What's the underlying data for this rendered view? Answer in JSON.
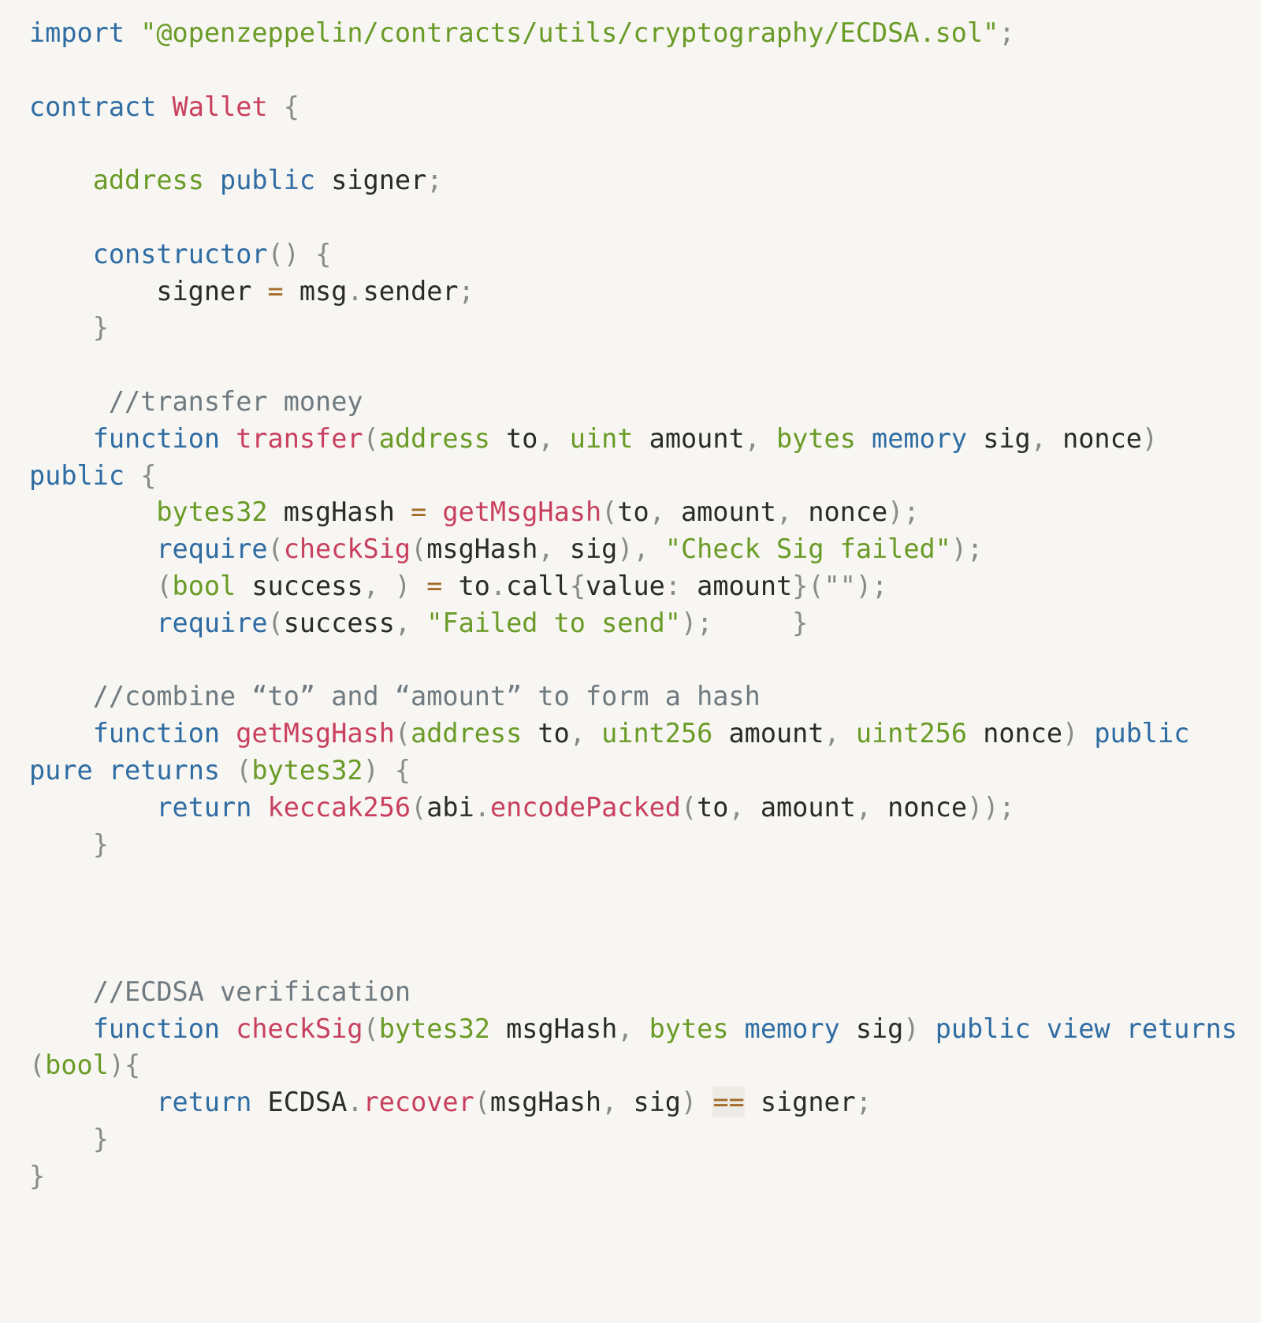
{
  "code": {
    "language": "solidity",
    "lines": [
      [
        [
          "kw",
          "import"
        ],
        [
          "id",
          " "
        ],
        [
          "str",
          "\"@openzeppelin/contracts/utils/cryptography/ECDSA.sol\""
        ],
        [
          "p",
          ";"
        ]
      ],
      [],
      [
        [
          "kw",
          "contract"
        ],
        [
          "id",
          " "
        ],
        [
          "fn",
          "Wallet"
        ],
        [
          "id",
          " "
        ],
        [
          "p",
          "{"
        ]
      ],
      [],
      [
        [
          "id",
          "    "
        ],
        [
          "ty",
          "address"
        ],
        [
          "id",
          " "
        ],
        [
          "kw",
          "public"
        ],
        [
          "id",
          " signer"
        ],
        [
          "p",
          ";"
        ]
      ],
      [],
      [
        [
          "id",
          "    "
        ],
        [
          "kw",
          "constructor"
        ],
        [
          "p",
          "()"
        ],
        [
          "id",
          " "
        ],
        [
          "p",
          "{"
        ]
      ],
      [
        [
          "id",
          "        signer "
        ],
        [
          "op",
          "="
        ],
        [
          "id",
          " msg"
        ],
        [
          "p",
          "."
        ],
        [
          "id",
          "sender"
        ],
        [
          "p",
          ";"
        ]
      ],
      [
        [
          "id",
          "    "
        ],
        [
          "p",
          "}"
        ]
      ],
      [],
      [
        [
          "id",
          "     "
        ],
        [
          "cm",
          "//transfer money"
        ]
      ],
      [
        [
          "id",
          "    "
        ],
        [
          "kw",
          "function"
        ],
        [
          "id",
          " "
        ],
        [
          "fn",
          "transfer"
        ],
        [
          "p",
          "("
        ],
        [
          "ty",
          "address"
        ],
        [
          "id",
          " to"
        ],
        [
          "p",
          ","
        ],
        [
          "id",
          " "
        ],
        [
          "ty",
          "uint"
        ],
        [
          "id",
          " amount"
        ],
        [
          "p",
          ","
        ],
        [
          "id",
          " "
        ],
        [
          "ty",
          "bytes"
        ],
        [
          "id",
          " "
        ],
        [
          "kw",
          "memory"
        ],
        [
          "id",
          " sig"
        ],
        [
          "p",
          ","
        ],
        [
          "id",
          " nonce"
        ],
        [
          "p",
          ")"
        ]
      ],
      [
        [
          "kw",
          "public"
        ],
        [
          "id",
          " "
        ],
        [
          "p",
          "{"
        ]
      ],
      [
        [
          "id",
          "        "
        ],
        [
          "ty",
          "bytes32"
        ],
        [
          "id",
          " msgHash "
        ],
        [
          "op",
          "="
        ],
        [
          "id",
          " "
        ],
        [
          "fn",
          "getMsgHash"
        ],
        [
          "p",
          "("
        ],
        [
          "id",
          "to"
        ],
        [
          "p",
          ","
        ],
        [
          "id",
          " amount"
        ],
        [
          "p",
          ","
        ],
        [
          "id",
          " nonce"
        ],
        [
          "p",
          ");"
        ]
      ],
      [
        [
          "id",
          "        "
        ],
        [
          "kw",
          "require"
        ],
        [
          "p",
          "("
        ],
        [
          "fn",
          "checkSig"
        ],
        [
          "p",
          "("
        ],
        [
          "id",
          "msgHash"
        ],
        [
          "p",
          ","
        ],
        [
          "id",
          " sig"
        ],
        [
          "p",
          "),"
        ],
        [
          "id",
          " "
        ],
        [
          "str",
          "\"Check Sig failed\""
        ],
        [
          "p",
          ");"
        ]
      ],
      [
        [
          "id",
          "        "
        ],
        [
          "p",
          "("
        ],
        [
          "ty",
          "bool"
        ],
        [
          "id",
          " success"
        ],
        [
          "p",
          ","
        ],
        [
          "id",
          " "
        ],
        [
          "p",
          ")"
        ],
        [
          "id",
          " "
        ],
        [
          "op",
          "="
        ],
        [
          "id",
          " to"
        ],
        [
          "p",
          "."
        ],
        [
          "id",
          "call"
        ],
        [
          "p",
          "{"
        ],
        [
          "id",
          "value"
        ],
        [
          "p",
          ":"
        ],
        [
          "id",
          " amount"
        ],
        [
          "p",
          "}"
        ],
        [
          "p",
          "(\"\");"
        ]
      ],
      [
        [
          "id",
          "        "
        ],
        [
          "kw",
          "require"
        ],
        [
          "p",
          "("
        ],
        [
          "id",
          "success"
        ],
        [
          "p",
          ","
        ],
        [
          "id",
          " "
        ],
        [
          "str",
          "\"Failed to send\""
        ],
        [
          "p",
          ");"
        ],
        [
          "id",
          "     "
        ],
        [
          "p",
          "}"
        ]
      ],
      [],
      [
        [
          "id",
          "    "
        ],
        [
          "cm",
          "//combine “to” and “amount” to form a hash"
        ]
      ],
      [
        [
          "id",
          "    "
        ],
        [
          "kw",
          "function"
        ],
        [
          "id",
          " "
        ],
        [
          "fn",
          "getMsgHash"
        ],
        [
          "p",
          "("
        ],
        [
          "ty",
          "address"
        ],
        [
          "id",
          " to"
        ],
        [
          "p",
          ","
        ],
        [
          "id",
          " "
        ],
        [
          "ty",
          "uint256"
        ],
        [
          "id",
          " amount"
        ],
        [
          "p",
          ","
        ],
        [
          "id",
          " "
        ],
        [
          "ty",
          "uint256"
        ],
        [
          "id",
          " nonce"
        ],
        [
          "p",
          ")"
        ],
        [
          "id",
          " "
        ],
        [
          "kw",
          "public"
        ]
      ],
      [
        [
          "kw",
          "pure"
        ],
        [
          "id",
          " "
        ],
        [
          "kw",
          "returns"
        ],
        [
          "id",
          " "
        ],
        [
          "p",
          "("
        ],
        [
          "ty",
          "bytes32"
        ],
        [
          "p",
          ")"
        ],
        [
          "id",
          " "
        ],
        [
          "p",
          "{"
        ]
      ],
      [
        [
          "id",
          "        "
        ],
        [
          "kw",
          "return"
        ],
        [
          "id",
          " "
        ],
        [
          "fn",
          "keccak256"
        ],
        [
          "p",
          "("
        ],
        [
          "id",
          "abi"
        ],
        [
          "p",
          "."
        ],
        [
          "fn",
          "encodePacked"
        ],
        [
          "p",
          "("
        ],
        [
          "id",
          "to"
        ],
        [
          "p",
          ","
        ],
        [
          "id",
          " amount"
        ],
        [
          "p",
          ","
        ],
        [
          "id",
          " nonce"
        ],
        [
          "p",
          "));"
        ]
      ],
      [
        [
          "id",
          "    "
        ],
        [
          "p",
          "}"
        ]
      ],
      [],
      [],
      [],
      [
        [
          "id",
          "    "
        ],
        [
          "cm",
          "//ECDSA verification"
        ]
      ],
      [
        [
          "id",
          "    "
        ],
        [
          "kw",
          "function"
        ],
        [
          "id",
          " "
        ],
        [
          "fn",
          "checkSig"
        ],
        [
          "p",
          "("
        ],
        [
          "ty",
          "bytes32"
        ],
        [
          "id",
          " msgHash"
        ],
        [
          "p",
          ","
        ],
        [
          "id",
          " "
        ],
        [
          "ty",
          "bytes"
        ],
        [
          "id",
          " "
        ],
        [
          "kw",
          "memory"
        ],
        [
          "id",
          " sig"
        ],
        [
          "p",
          ")"
        ],
        [
          "id",
          " "
        ],
        [
          "kw",
          "public"
        ],
        [
          "id",
          " "
        ],
        [
          "kw",
          "view"
        ],
        [
          "id",
          " "
        ],
        [
          "kw",
          "returns"
        ]
      ],
      [
        [
          "p",
          "("
        ],
        [
          "ty",
          "bool"
        ],
        [
          "p",
          "){"
        ]
      ],
      [
        [
          "id",
          "        "
        ],
        [
          "kw",
          "return"
        ],
        [
          "id",
          " ECDSA"
        ],
        [
          "p",
          "."
        ],
        [
          "fn",
          "recover"
        ],
        [
          "p",
          "("
        ],
        [
          "id",
          "msgHash"
        ],
        [
          "p",
          ","
        ],
        [
          "id",
          " sig"
        ],
        [
          "p",
          ")"
        ],
        [
          "id",
          " "
        ],
        [
          "op",
          "=="
        ],
        [
          "id",
          " signer"
        ],
        [
          "p",
          ";"
        ]
      ],
      [
        [
          "id",
          "    "
        ],
        [
          "p",
          "}"
        ]
      ],
      [
        [
          "p",
          "}"
        ]
      ]
    ]
  }
}
